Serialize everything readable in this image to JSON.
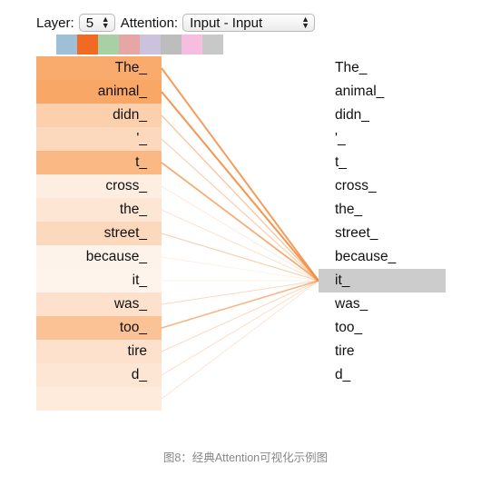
{
  "controls": {
    "layer_label": "Layer:",
    "layer_value": "5",
    "attention_label": "Attention:",
    "attention_value": "Input - Input"
  },
  "heads": {
    "colors": [
      "#9ebfd6",
      "#f06a23",
      "#a8d0a4",
      "#e6a6a6",
      "#cbc3de",
      "#bdbdbd",
      "#f5bddf",
      "#c8c8c8"
    ],
    "active_index": 1
  },
  "tokens": [
    "The_",
    "animal_",
    "didn_",
    "'_",
    "t_",
    "cross_",
    "the_",
    "street_",
    "because_",
    "it_",
    "was_",
    "too_",
    "tire",
    "d_",
    ""
  ],
  "selected_token_index": 9,
  "attention_weights": [
    0.85,
    0.9,
    0.45,
    0.35,
    0.7,
    0.12,
    0.2,
    0.35,
    0.06,
    0.05,
    0.25,
    0.6,
    0.25,
    0.2,
    0.15
  ],
  "line_color": "#f48a3c",
  "cell_color": "#f7903f",
  "caption": "图8：经典Attention可视化示例图"
}
